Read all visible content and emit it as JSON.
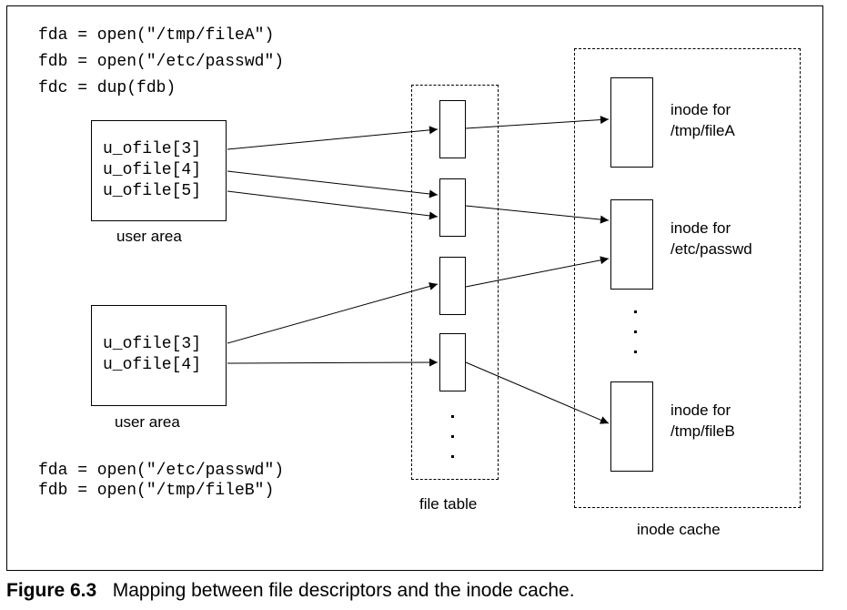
{
  "process1": {
    "code_lines": [
      "fda = open(\"/tmp/fileA\")",
      "fdb = open(\"/etc/passwd\")",
      "fdc = dup(fdb)"
    ],
    "ofile": [
      "u_ofile[3]",
      "u_ofile[4]",
      "u_ofile[5]"
    ],
    "area_label": "user area"
  },
  "process2": {
    "ofile": [
      "u_ofile[3]",
      "u_ofile[4]"
    ],
    "area_label": "user area",
    "code_lines": [
      "fda = open(\"/etc/passwd\")",
      "fdb = open(\"/tmp/fileB\")"
    ]
  },
  "file_table": {
    "label": "file table",
    "ellipsis": "..."
  },
  "inode_cache": {
    "label": "inode cache",
    "ellipsis": "...",
    "entries": [
      {
        "line1": "inode for",
        "line2": "/tmp/fileA"
      },
      {
        "line1": "inode for",
        "line2": "/etc/passwd"
      },
      {
        "line1": "inode for",
        "line2": "/tmp/fileB"
      }
    ]
  },
  "caption": {
    "number": "Figure 6.3",
    "text": "Mapping between file descriptors and the inode cache."
  }
}
